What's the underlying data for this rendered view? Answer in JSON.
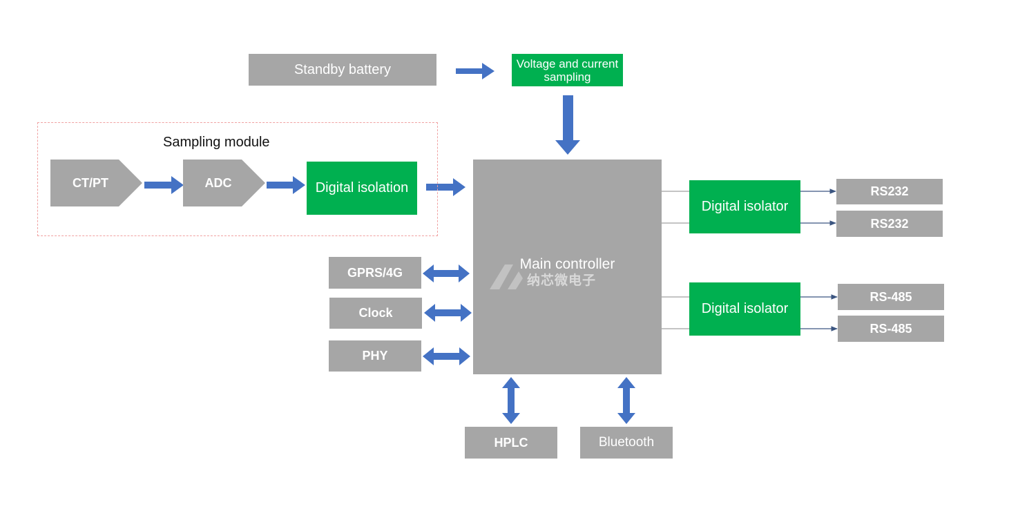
{
  "sampling_module": {
    "label": "Sampling module",
    "ct_pt": "CT/PT",
    "adc": "ADC",
    "digital_isolation": "Digital isolation"
  },
  "top": {
    "standby_battery": "Standby battery",
    "voltage_current_sampling": "Voltage and current sampling"
  },
  "main_controller": {
    "title": "Main controller",
    "watermark": "纳芯微电子"
  },
  "left_peripherals": [
    "GPRS/4G",
    "Clock",
    "PHY"
  ],
  "bottom_peripherals": [
    "HPLC",
    "Bluetooth"
  ],
  "right": {
    "isolator_1": "Digital isolator",
    "isolator_2": "Digital isolator",
    "ports_1": [
      "RS232",
      "RS232"
    ],
    "ports_2": [
      "RS-485",
      "RS-485"
    ]
  },
  "colors": {
    "box_gray": "#a6a6a6",
    "box_green": "#00b050",
    "arrow_blue": "#4472c4",
    "dashed_border": "#f0a0a0"
  }
}
